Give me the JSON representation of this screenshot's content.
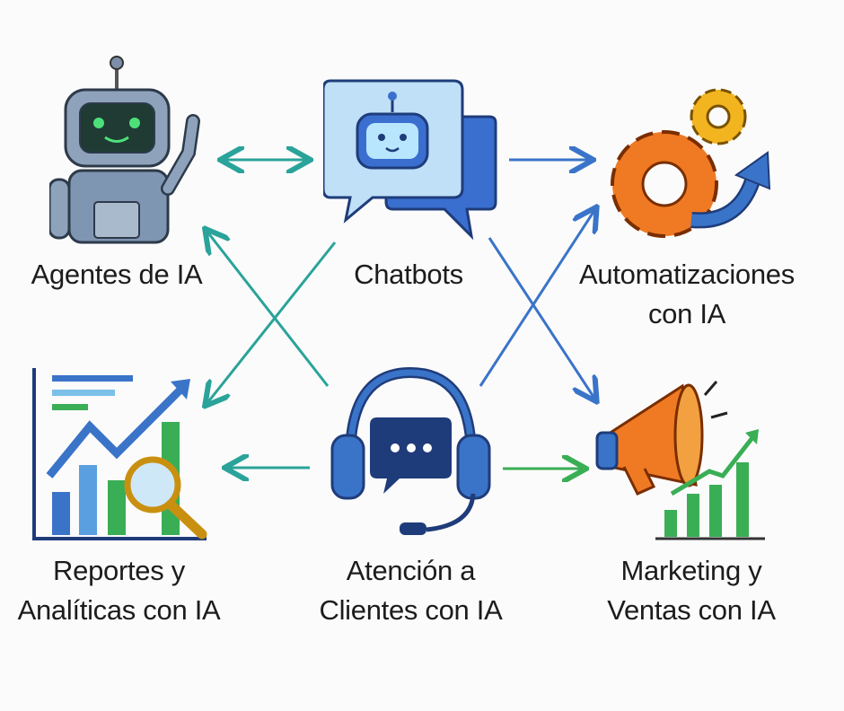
{
  "nodes": {
    "agentes": {
      "label": "Agentes de IA",
      "icon": "robot-icon"
    },
    "chatbots": {
      "label": "Chatbots",
      "icon": "chat-bubbles-icon"
    },
    "automatizaciones": {
      "line1": "Automatizaciones",
      "line2": "con IA",
      "icon": "gears-icon"
    },
    "reportes": {
      "line1": "Reportes y",
      "line2": "Analíticas con IA",
      "icon": "analytics-chart-icon"
    },
    "atencion": {
      "line1": "Atención a",
      "line2": "Clientes con IA",
      "icon": "headset-icon"
    },
    "marketing": {
      "line1": "Marketing y",
      "line2": "Ventas con IA",
      "icon": "megaphone-icon"
    }
  },
  "colors": {
    "teal": "#2aa39a",
    "blue": "#3a74c9",
    "green": "#3aae55",
    "orange": "#f07a23",
    "gold": "#f2b520"
  }
}
